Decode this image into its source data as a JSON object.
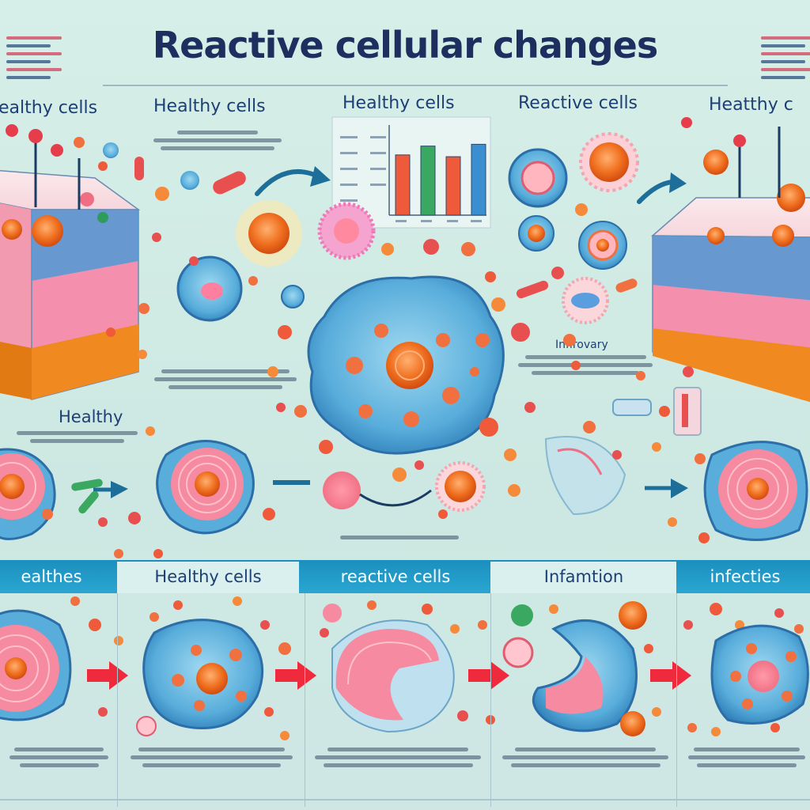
{
  "title": "Reactive cellular changes",
  "top_headings": [
    "ealthy cells",
    "Healthy cells",
    "Healthy cells",
    "Reactive cells",
    "Heatthy c"
  ],
  "mid_labels": {
    "healthy": "Healthy",
    "inflammatory": "Inflrovary"
  },
  "bar_chart": {
    "values": [
      68,
      78,
      66,
      80
    ],
    "ylim": [
      0,
      100
    ],
    "colors": [
      "#ee5a3a",
      "#3aa860",
      "#ee5a3a",
      "#3b8fd0"
    ]
  },
  "band": {
    "labels": [
      "ealthes",
      "Healthy cells",
      "reactive cells",
      "Infamtion",
      "infecties"
    ]
  },
  "colors": {
    "title": "#1c2f5e",
    "band": "#1b8fbf",
    "arrow_red": "#ef2a3c",
    "arrow_blue": "#1d6f9a",
    "cell_blue": "#4fa8d8",
    "nucleus_orange": "#f07020",
    "tissue_pink": "#f39bb5"
  },
  "icons": [
    "arrow-right-icon",
    "cell-icon",
    "tissue-block-icon"
  ]
}
